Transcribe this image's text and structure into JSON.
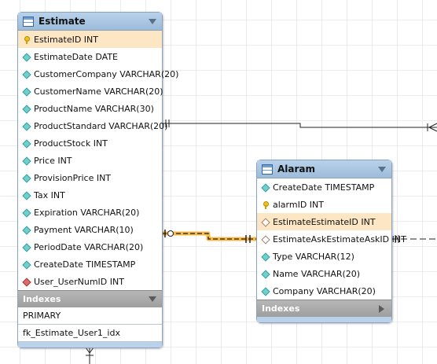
{
  "estimate": {
    "title": "Estimate",
    "columns": [
      {
        "label": "EstimateID INT",
        "icon": "key-icon"
      },
      {
        "label": "EstimateDate DATE",
        "icon": "column-diamond-icon"
      },
      {
        "label": "CustomerCompany VARCHAR(20)",
        "icon": "column-diamond-icon"
      },
      {
        "label": "CustomerName VARCHAR(20)",
        "icon": "column-diamond-icon"
      },
      {
        "label": "ProductName VARCHAR(30)",
        "icon": "column-diamond-icon"
      },
      {
        "label": "ProductStandard VARCHAR(20)",
        "icon": "column-diamond-icon"
      },
      {
        "label": "ProductStock INT",
        "icon": "column-diamond-icon"
      },
      {
        "label": "Price INT",
        "icon": "column-diamond-icon"
      },
      {
        "label": "ProvisionPrice INT",
        "icon": "column-diamond-icon"
      },
      {
        "label": "Tax INT",
        "icon": "column-diamond-icon"
      },
      {
        "label": "Expiration VARCHAR(20)",
        "icon": "column-diamond-icon"
      },
      {
        "label": "Payment VARCHAR(10)",
        "icon": "column-diamond-icon"
      },
      {
        "label": "PeriodDate VARCHAR(20)",
        "icon": "column-diamond-icon"
      },
      {
        "label": "CreateDate TIMESTAMP",
        "icon": "column-diamond-icon"
      },
      {
        "label": "User_UserNumID INT",
        "icon": "foreign-key-icon"
      }
    ],
    "indexes_label": "Indexes",
    "indexes": [
      "PRIMARY",
      "fk_Estimate_User1_idx"
    ]
  },
  "alaram": {
    "title": "Alaram",
    "columns": [
      {
        "label": "CreateDate TIMESTAMP",
        "icon": "column-diamond-icon"
      },
      {
        "label": "alarmID INT",
        "icon": "key-icon"
      },
      {
        "label": "EstimateEstimateID INT",
        "icon": "fk-hollow-icon"
      },
      {
        "label": "EstimateAskEstimateAskID INT",
        "icon": "fk-hollow-icon"
      },
      {
        "label": "Type VARCHAR(12)",
        "icon": "column-diamond-icon"
      },
      {
        "label": "Name VARCHAR(20)",
        "icon": "column-diamond-icon"
      },
      {
        "label": "Company VARCHAR(20)",
        "icon": "column-diamond-icon"
      }
    ],
    "indexes_label": "Indexes"
  },
  "colors": {
    "highlight_row": "#fde6c4",
    "highlight_wire": "#f5b84a",
    "header": "#a9c6e2",
    "indexes_header": "#a8a8a8"
  }
}
